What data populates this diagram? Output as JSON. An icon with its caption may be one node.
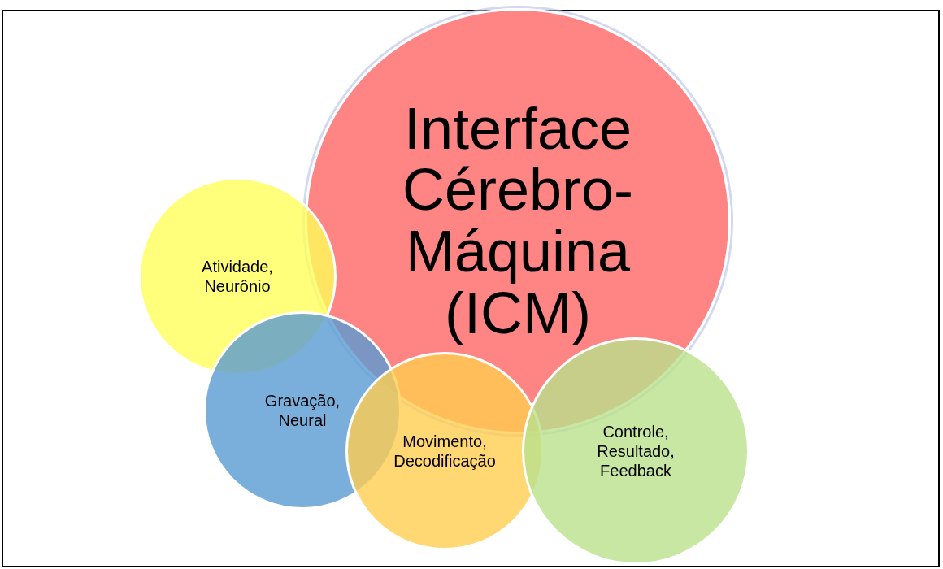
{
  "diagram": {
    "nodes": [
      {
        "text": [
          "Interface Cérebro-Máquina (ICM)"
        ]
      },
      {
        "text": [
          "Atividade, Neurônio"
        ]
      },
      {
        "text": [
          "Gravação, Neural"
        ]
      },
      {
        "text": [
          "Movimento, Decodificação"
        ]
      },
      {
        "text": [
          "Controle, Resultado, Feedback"
        ]
      }
    ]
  }
}
